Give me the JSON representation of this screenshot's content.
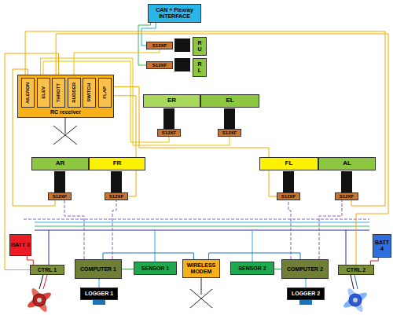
{
  "diagram": {
    "nodes": [
      {
        "text": [
          "CAN + Flexray INTERFACE"
        ]
      },
      {
        "text": [
          "RC receiver"
        ]
      },
      {
        "text": [
          "AILERON"
        ],
        "in": 1
      },
      {
        "text": [
          "ELEV"
        ],
        "in": 1
      },
      {
        "text": [
          "THROTT"
        ],
        "in": 1
      },
      {
        "text": [
          "RUDDER"
        ],
        "in": 1
      },
      {
        "text": [
          "SWITCH"
        ],
        "in": 1
      },
      {
        "text": [
          "FLAP"
        ],
        "in": 1
      },
      {
        "text": [
          "R U"
        ]
      },
      {
        "text": [
          "R L"
        ]
      },
      {
        "text": [
          "S12XF"
        ]
      },
      {
        "text": [
          "S12XF"
        ]
      },
      {
        "text": [
          "ER"
        ]
      },
      {
        "text": [
          "EL"
        ]
      },
      {
        "text": [
          "S12XF"
        ]
      },
      {
        "text": [
          "S12XF"
        ]
      },
      {
        "text": [
          "AR"
        ]
      },
      {
        "text": [
          "FR"
        ]
      },
      {
        "text": [
          "FL"
        ]
      },
      {
        "text": [
          "AL"
        ]
      },
      {
        "text": [
          "S12XF"
        ]
      },
      {
        "text": [
          "S12XF"
        ]
      },
      {
        "text": [
          "S12XF"
        ]
      },
      {
        "text": [
          "S12XF"
        ]
      },
      {
        "text": [
          "BATT 3"
        ]
      },
      {
        "text": [
          "CTRL 1"
        ]
      },
      {
        "text": [
          "COMPUTER 1"
        ]
      },
      {
        "text": [
          "LOGGER 1"
        ]
      },
      {
        "text": [
          "SENSOR 1"
        ]
      },
      {
        "text": [
          "WIRELESS MODEM"
        ]
      },
      {
        "text": [
          "SENSOR 2"
        ]
      },
      {
        "text": [
          "COMPUTER 2"
        ]
      },
      {
        "text": [
          "LOGGER 2"
        ]
      },
      {
        "text": [
          "CTRL 2"
        ]
      },
      {
        "text": [
          "BATT 4"
        ]
      }
    ],
    "edges": [
      {
        "from": 0,
        "to": 10,
        "arrow": "none"
      },
      {
        "from": 0,
        "to": 11,
        "arrow": "none"
      },
      {
        "from": 2,
        "to": 20,
        "arrow": "none"
      },
      {
        "from": 2,
        "to": 23,
        "arrow": "none"
      },
      {
        "from": 3,
        "to": 14,
        "arrow": "none"
      },
      {
        "from": 3,
        "to": 15,
        "arrow": "none"
      },
      {
        "from": 4,
        "to": 25,
        "arrow": "none"
      },
      {
        "from": 4,
        "to": 33,
        "arrow": "none"
      },
      {
        "from": 5,
        "to": 10,
        "arrow": "none"
      },
      {
        "from": 7,
        "to": 21,
        "arrow": "none"
      },
      {
        "from": 7,
        "to": 22,
        "arrow": "none"
      },
      {
        "from": 26,
        "to": 20,
        "arrow": "none"
      },
      {
        "from": 26,
        "to": 21,
        "arrow": "none"
      },
      {
        "from": 31,
        "to": 22,
        "arrow": "none"
      },
      {
        "from": 31,
        "to": 23,
        "arrow": "none"
      },
      {
        "from": 24,
        "to": 25,
        "arrow": "none"
      },
      {
        "from": 34,
        "to": 33,
        "arrow": "none"
      },
      {
        "from": 26,
        "to": 27,
        "arrow": "none"
      },
      {
        "from": 31,
        "to": 32,
        "arrow": "none"
      },
      {
        "from": 28,
        "to": 26,
        "arrow": "none"
      },
      {
        "from": 30,
        "to": 31,
        "arrow": "none"
      },
      {
        "from": 29,
        "to": 26,
        "arrow": "none"
      },
      {
        "from": 29,
        "to": 31,
        "arrow": "none"
      }
    ]
  }
}
